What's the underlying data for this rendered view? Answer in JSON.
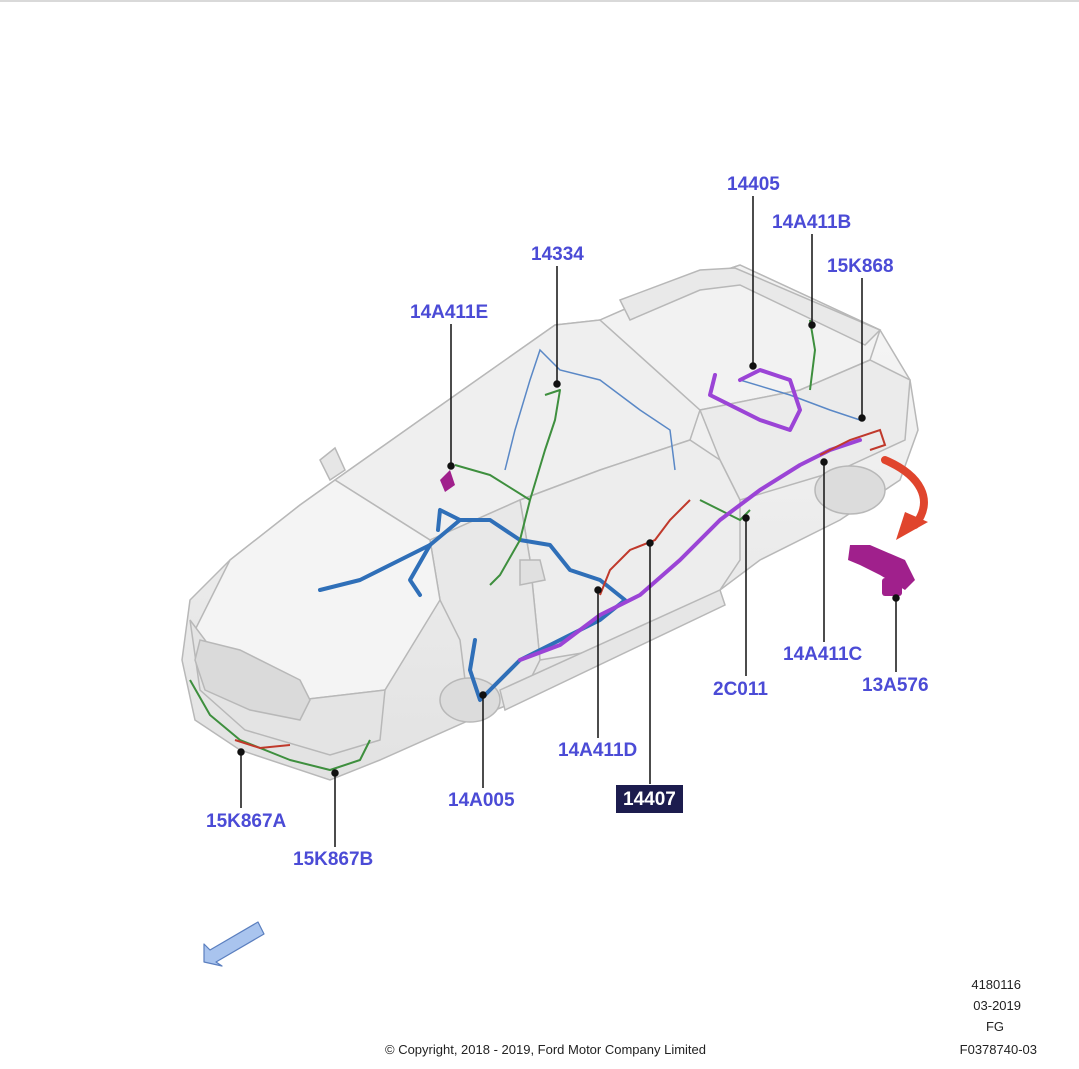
{
  "callouts": [
    {
      "id": "14405",
      "label": "14405"
    },
    {
      "id": "14A411B",
      "label": "14A411B"
    },
    {
      "id": "15K868",
      "label": "15K868"
    },
    {
      "id": "14334",
      "label": "14334"
    },
    {
      "id": "14A411E",
      "label": "14A411E"
    },
    {
      "id": "14A411C",
      "label": "14A411C"
    },
    {
      "id": "13A576",
      "label": "13A576"
    },
    {
      "id": "2C011",
      "label": "2C011"
    },
    {
      "id": "14A411D",
      "label": "14A411D"
    },
    {
      "id": "14407",
      "label": "14407",
      "highlighted": true
    },
    {
      "id": "14A005",
      "label": "14A005"
    },
    {
      "id": "15K867A",
      "label": "15K867A"
    },
    {
      "id": "15K867B",
      "label": "15K867B"
    }
  ],
  "colors": {
    "callout_text": "#4b4bd6",
    "highlight_bg": "#1c1c4e",
    "harness_blue": "#2f6fb8",
    "harness_green": "#3e8f3e",
    "harness_purple": "#9b44d6",
    "harness_red": "#c0392b",
    "harness_magenta": "#a0208c",
    "arrow_red": "#e0452d",
    "direction_arrow": "#8fb3e8"
  },
  "footer": {
    "copyright": "© Copyright, 2018 - 2019, Ford Motor Company Limited",
    "doc_number": "4180116",
    "date": "03-2019",
    "region": "FG",
    "figure_id": "F0378740-03"
  }
}
